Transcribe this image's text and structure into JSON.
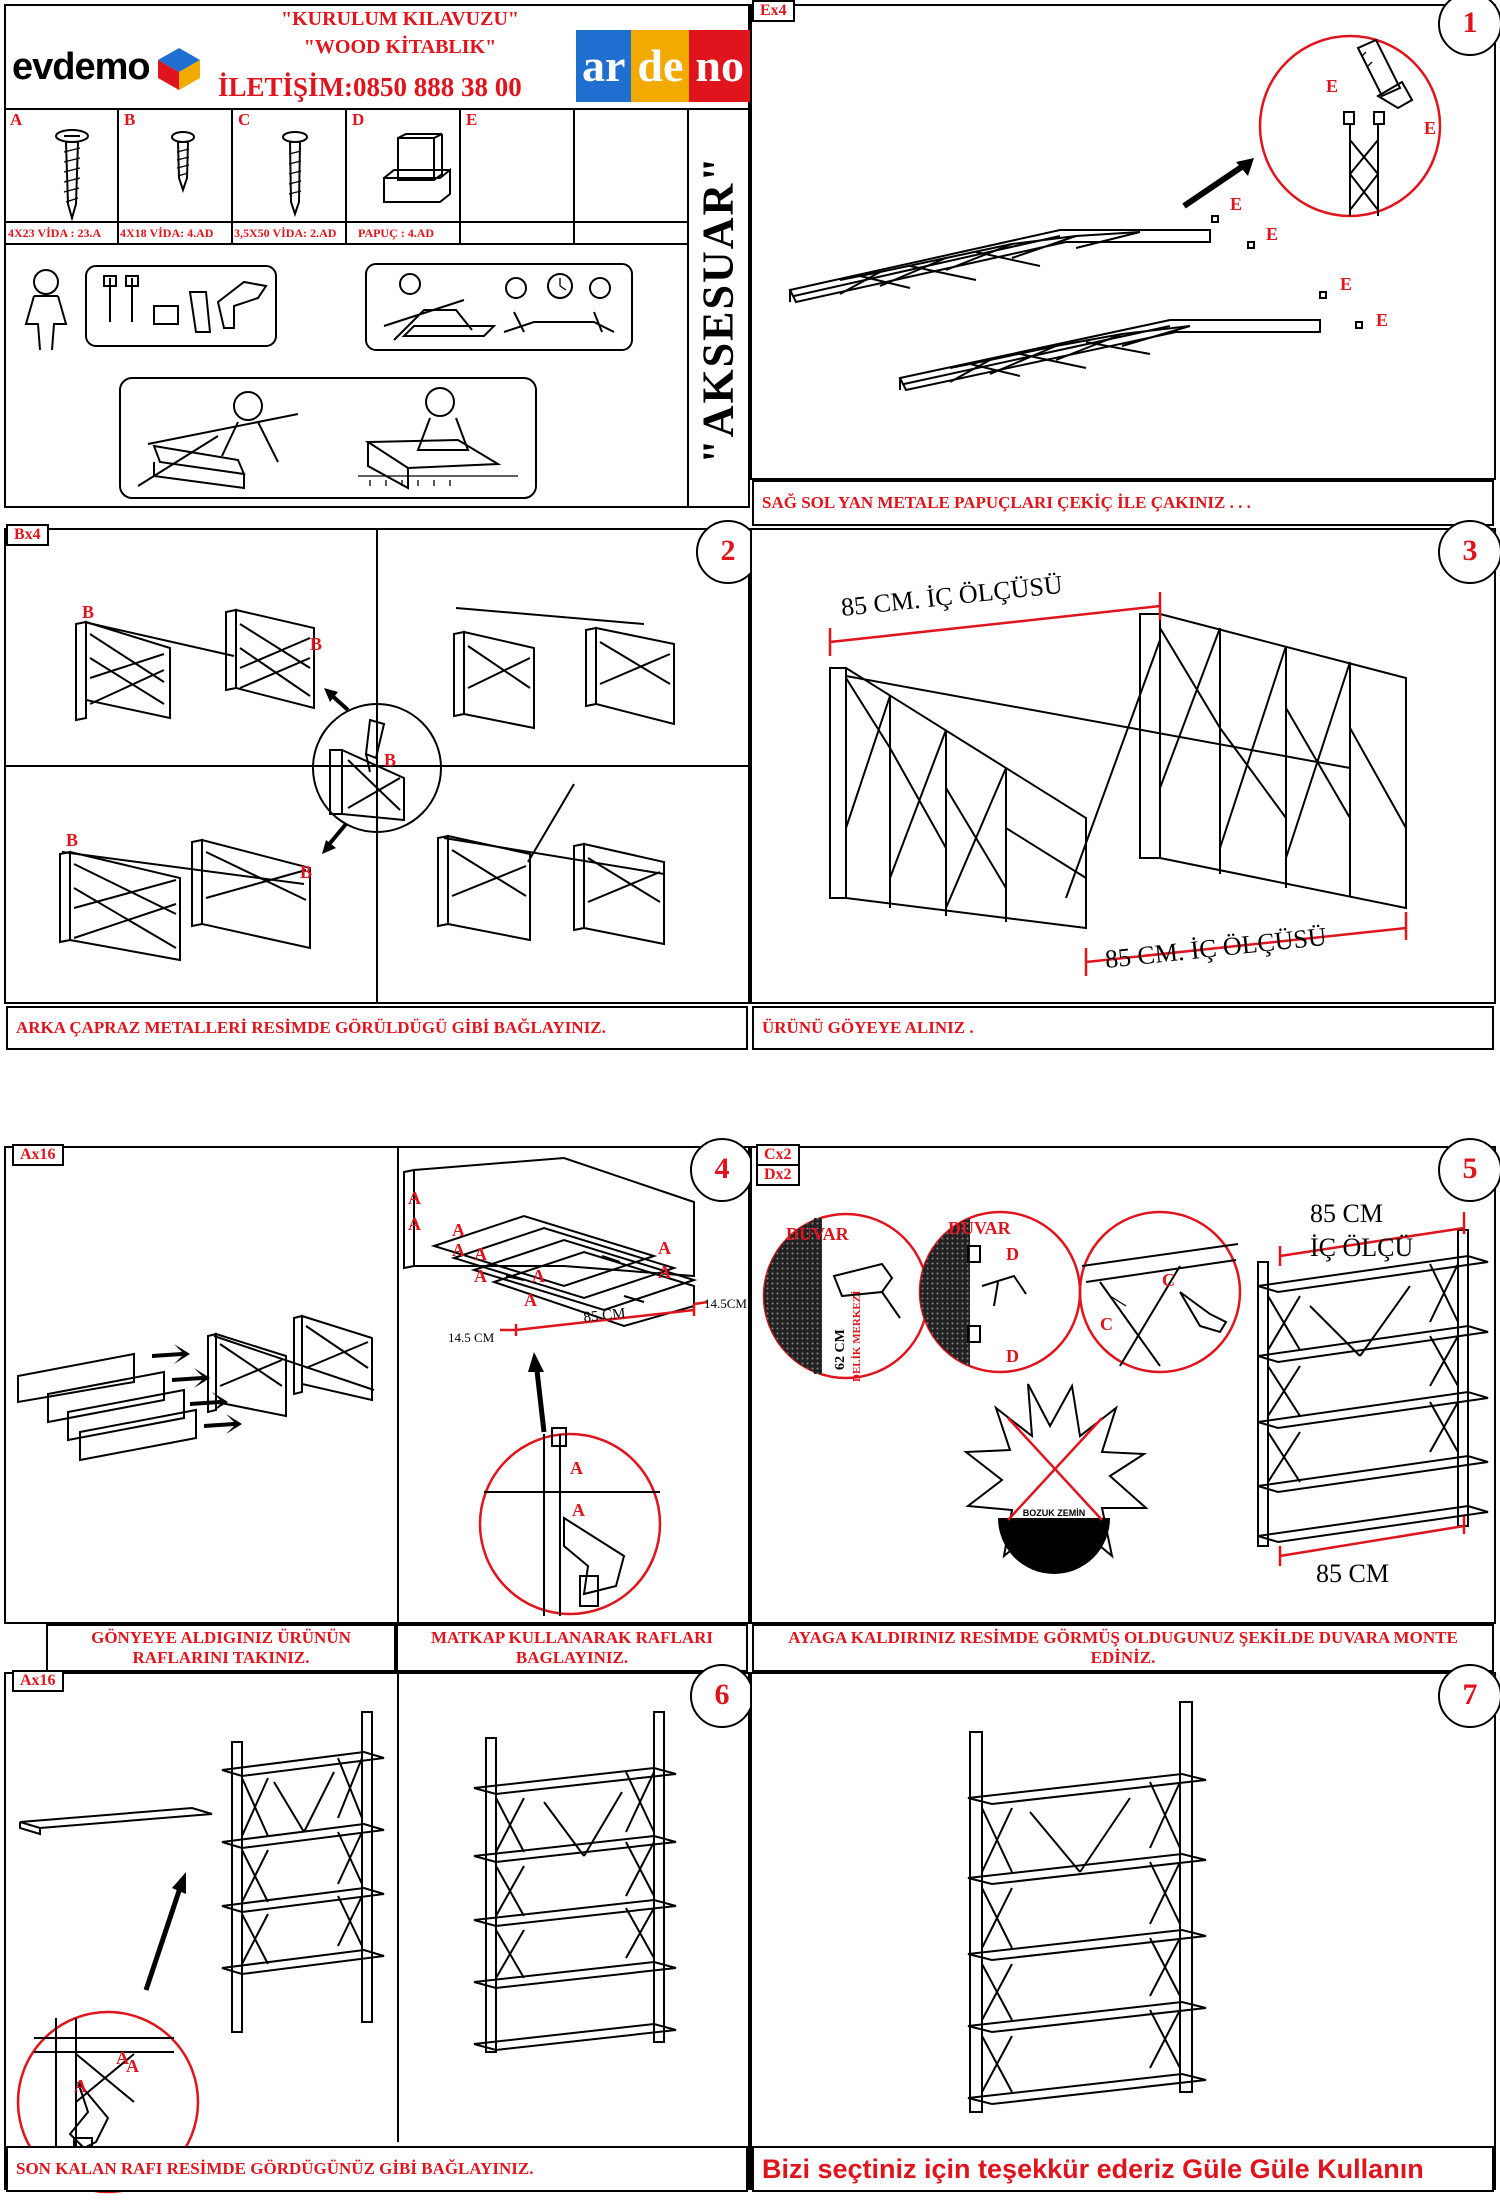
{
  "header": {
    "brand": "evdemo",
    "title_line1": "\"KURULUM KILAVUZU\"",
    "title_line2": "\"WOOD KİTABLIK\"",
    "contact": "İLETİŞİM:0850 888 38 00",
    "logo_ar": "ar",
    "logo_de": "de",
    "logo_no": "no"
  },
  "parts": [
    {
      "letter": "A",
      "label": "4X23 VİDA : 23.A"
    },
    {
      "letter": "B",
      "label": "4X18 VİDA: 4.AD"
    },
    {
      "letter": "C",
      "label": "3,5X50 VİDA: 2.AD"
    },
    {
      "letter": "D",
      "label": "PAPUÇ : 4.AD"
    },
    {
      "letter": "E",
      "label": ""
    }
  ],
  "accessory_title": "\"AKSESUAR\"",
  "steps": {
    "s1": {
      "num": "1",
      "tag": "Ex4",
      "caption": "SAĞ SOL YAN METALE PAPUÇLARI ÇEKİÇ İLE ÇAKINIZ . . ."
    },
    "s2": {
      "num": "2",
      "tag": "Bx4",
      "caption": "ARKA ÇAPRAZ METALLERİ RESİMDE GÖRÜLDÜGÜ GİBİ BAĞLAYINIZ."
    },
    "s3": {
      "num": "3",
      "caption": "ÜRÜNÜ GÖYEYE ALINIZ .",
      "dim_top": "85 CM. İÇ ÖLÇÜSÜ",
      "dim_bottom": "85 CM. İÇ ÖLÇÜSÜ"
    },
    "s4": {
      "num": "4",
      "tag": "Ax16",
      "caption_left": "GÖNYEYE ALDIGINIZ ÜRÜNÜN RAFLARINI TAKINIZ.",
      "caption_right": "MATKAP KULLANARAK RAFLARI BAGLAYINIZ.",
      "dim_mid": "85 CM",
      "dim_left": "14.5 CM",
      "dim_right": "14.5CM"
    },
    "s5": {
      "num": "5",
      "tag1": "Cx2",
      "tag2": "Dx2",
      "caption": "AYAGA KALDIRINIZ RESİMDE GÖRMÜŞ OLDUGUNUZ ŞEKİLDE DUVARA MONTE EDİNİZ.",
      "wall1": "DUVAR",
      "wall2": "DUVAR",
      "drill_height": "62 CM",
      "drill_center": "DELİK MERKEZİ",
      "bad_floor": "BOZUK ZEMİN",
      "dim_top": "85 CM",
      "dim_inner": "İÇ ÖLÇÜ",
      "dim_bottom": "85 CM"
    },
    "s6": {
      "num": "6",
      "tag": "Ax16",
      "caption": "SON KALAN RAFI RESİMDE GÖRDÜGÜNÜZ GİBİ BAĞLAYINIZ."
    },
    "s7": {
      "num": "7",
      "caption": "Bizi seçtiniz için teşekkür ederiz Güle Güle Kullanın"
    }
  },
  "colors": {
    "accent": "#e0141c",
    "blue": "#1f6fd1",
    "gold": "#f2a900"
  }
}
